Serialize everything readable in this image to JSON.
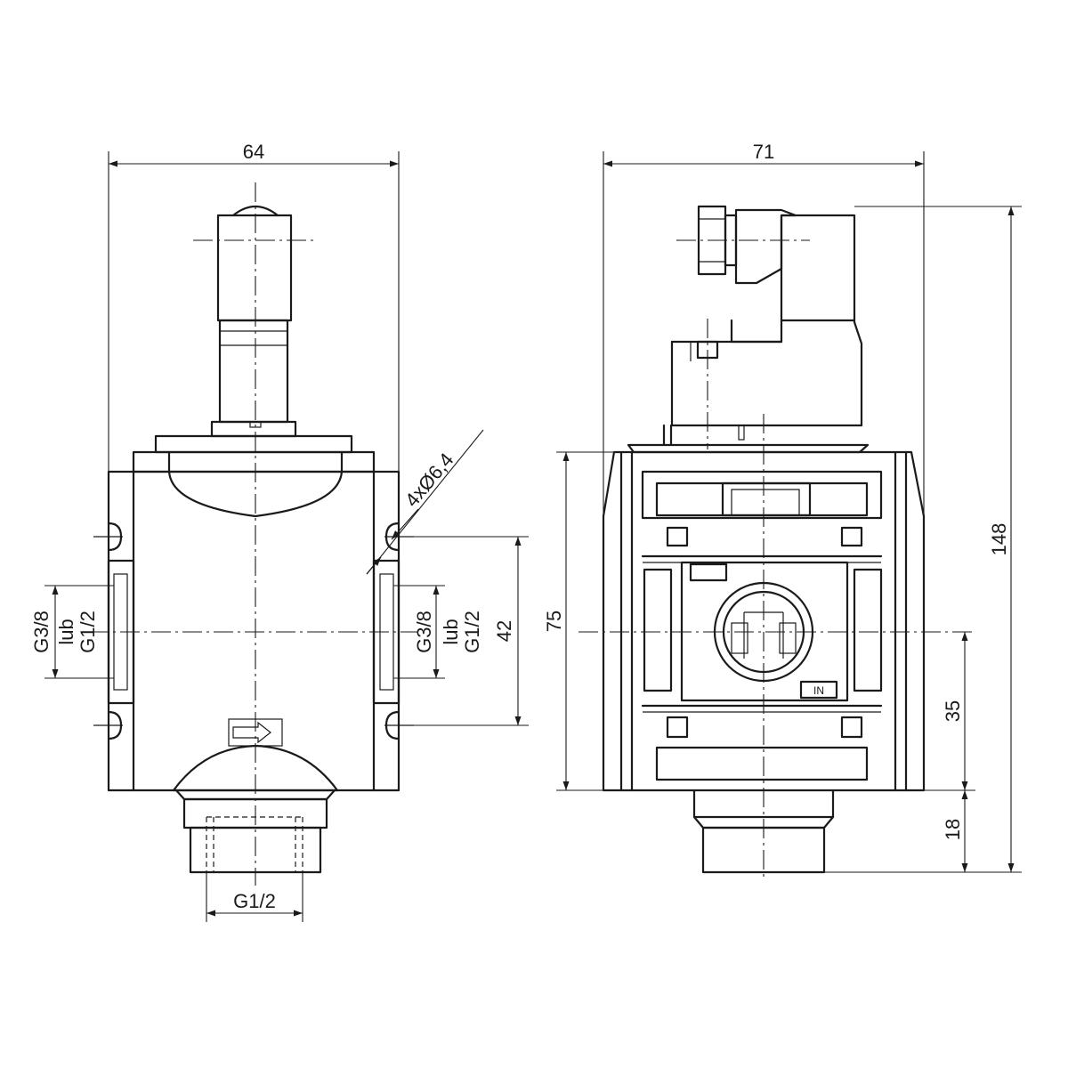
{
  "dimensions": {
    "left_width": "64",
    "right_width": "71",
    "overall_height": "148",
    "body_height": "75",
    "hole_spacing": "42",
    "lower_height": "35",
    "bottom_height": "18",
    "holes": "4xØ6,4"
  },
  "ports": {
    "left": [
      "G3/8",
      "lub",
      "G1/2"
    ],
    "right": [
      "G3/8",
      "lub",
      "G1/2"
    ],
    "bottom": "G1/2"
  },
  "marking": {
    "in": "IN"
  }
}
